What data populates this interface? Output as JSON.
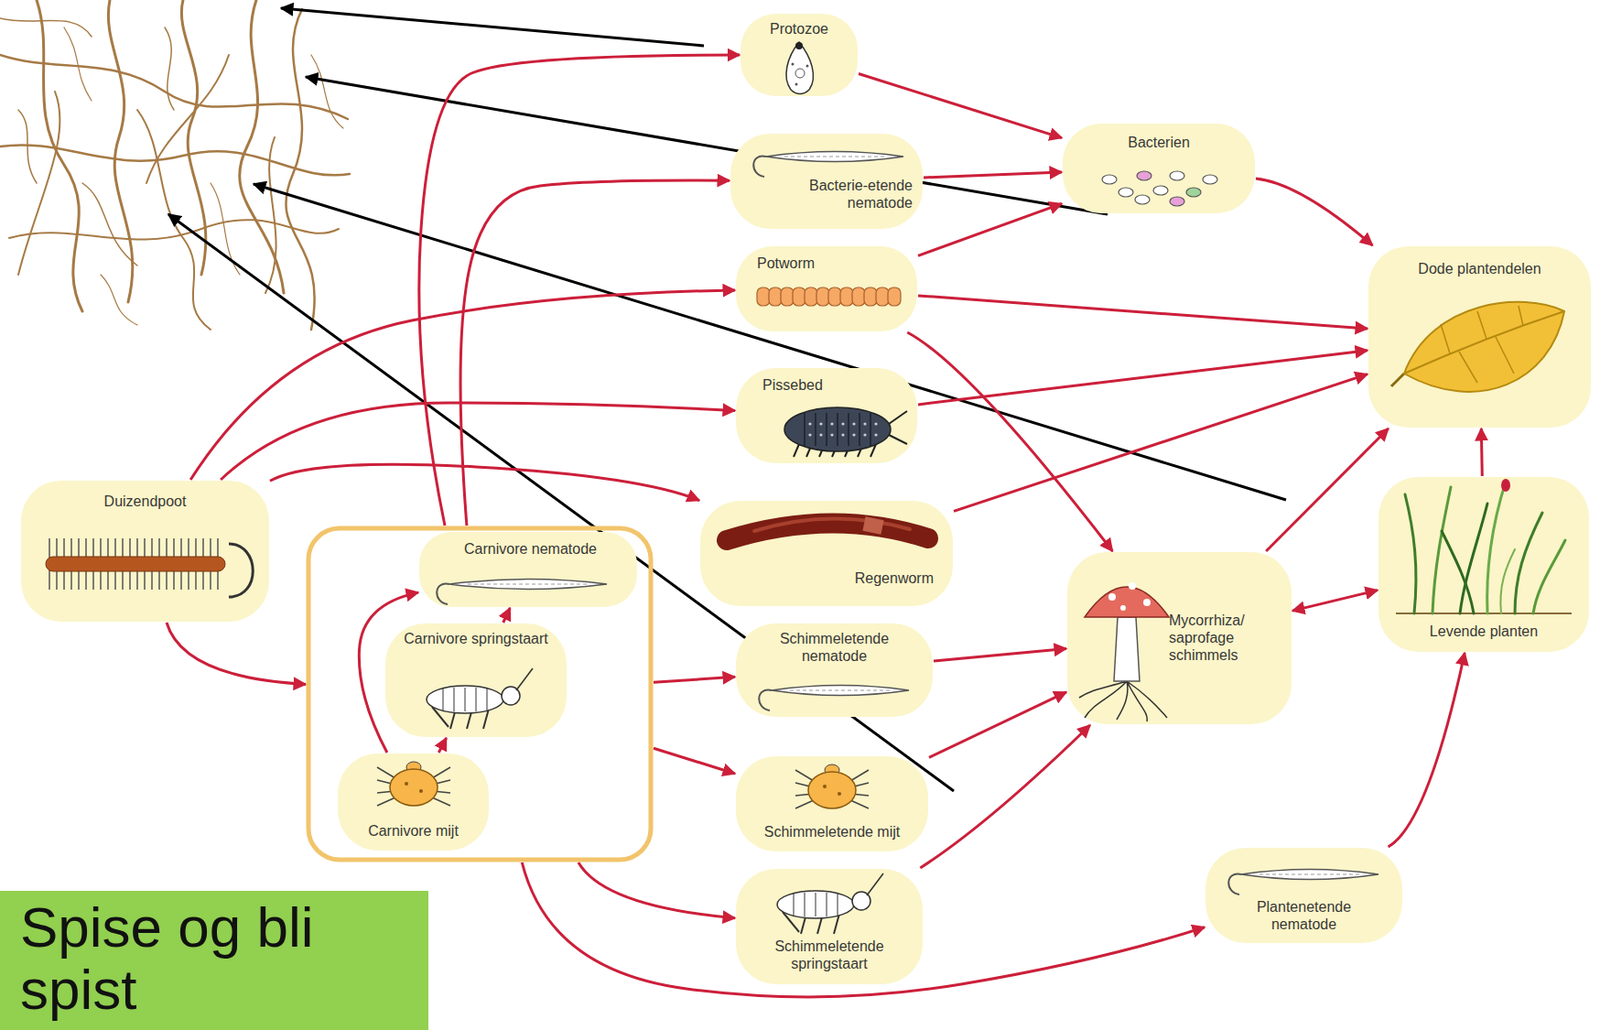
{
  "diagram": {
    "nodes": [
      {
        "text": [
          "Protozoe"
        ]
      },
      {
        "text": [
          "Bacterie-etende nematode"
        ]
      },
      {
        "text": [
          "Bacterien"
        ]
      },
      {
        "text": [
          "Potworm"
        ]
      },
      {
        "text": [
          "Dode plantendelen"
        ]
      },
      {
        "text": [
          "Pissebed"
        ]
      },
      {
        "text": [
          "Duizendpoot"
        ]
      },
      {
        "text": [
          "Regenworm"
        ]
      },
      {
        "text": []
      },
      {
        "text": [
          "Carnivore nematode"
        ],
        "in": 8
      },
      {
        "text": [
          "Carnivore springstaart"
        ],
        "in": 8
      },
      {
        "text": [
          "Carnivore mijt"
        ],
        "in": 8
      },
      {
        "text": [
          "Mycorrhiza/ saprofage schimmels"
        ]
      },
      {
        "text": [
          "Levende planten"
        ]
      },
      {
        "text": [
          "Schimmeletende nematode"
        ]
      },
      {
        "text": [
          "Schimmeletende mijt"
        ]
      },
      {
        "text": [
          "Schimmeletende springstaart"
        ]
      },
      {
        "text": [
          "Plantenetende nematode"
        ]
      },
      {
        "text": [
          "Spise og bli spist"
        ]
      }
    ],
    "edges": [
      {
        "from": 8,
        "to": 0,
        "arrow": "to"
      },
      {
        "from": 8,
        "to": 1,
        "arrow": "to"
      },
      {
        "from": 6,
        "to": 3,
        "arrow": "to"
      },
      {
        "from": 6,
        "to": 5,
        "arrow": "to"
      },
      {
        "from": 6,
        "to": 7,
        "arrow": "to"
      },
      {
        "from": 6,
        "to": 8,
        "arrow": "to"
      },
      {
        "from": 11,
        "to": 9,
        "arrow": "to"
      },
      {
        "from": 11,
        "to": 10,
        "arrow": "to"
      },
      {
        "from": 10,
        "to": 9,
        "arrow": "to"
      },
      {
        "from": 8,
        "to": 14,
        "arrow": "to"
      },
      {
        "from": 8,
        "to": 15,
        "arrow": "to"
      },
      {
        "from": 8,
        "to": 16,
        "arrow": "to"
      },
      {
        "from": 8,
        "to": 17,
        "arrow": "to"
      },
      {
        "from": 0,
        "to": 2,
        "arrow": "to"
      },
      {
        "from": 1,
        "to": 2,
        "arrow": "to"
      },
      {
        "from": 3,
        "to": 2,
        "arrow": "to"
      },
      {
        "from": 2,
        "to": 4,
        "arrow": "to"
      },
      {
        "from": 3,
        "to": 4,
        "arrow": "to"
      },
      {
        "from": 3,
        "to": 12,
        "arrow": "to"
      },
      {
        "from": 5,
        "to": 4,
        "arrow": "to"
      },
      {
        "from": 7,
        "to": 4,
        "arrow": "to"
      },
      {
        "from": 14,
        "to": 12,
        "arrow": "to"
      },
      {
        "from": 15,
        "to": 12,
        "arrow": "to"
      },
      {
        "from": 16,
        "to": 12,
        "arrow": "to"
      },
      {
        "from": 12,
        "to": 4,
        "arrow": "to"
      },
      {
        "from": 12,
        "to": 13,
        "arrow": "both"
      },
      {
        "from": 13,
        "to": 4,
        "arrow": "to"
      },
      {
        "from": 17,
        "to": 13,
        "arrow": "to"
      }
    ]
  }
}
